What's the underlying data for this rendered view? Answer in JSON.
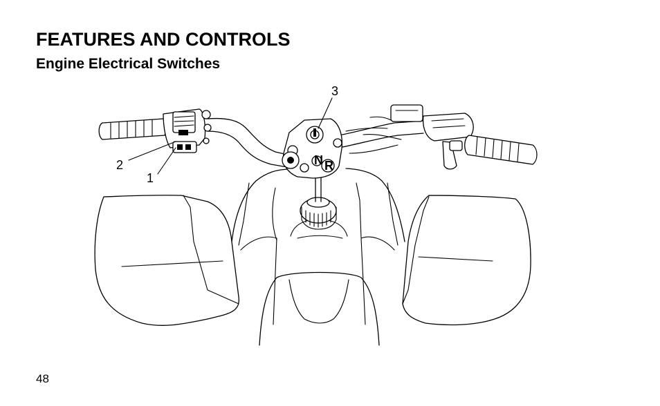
{
  "header": {
    "title": "FEATURES AND CONTROLS",
    "subtitle": "Engine Electrical Switches"
  },
  "figure": {
    "callouts": [
      {
        "id": "1",
        "label": "1"
      },
      {
        "id": "2",
        "label": "2"
      },
      {
        "id": "3",
        "label": "3"
      }
    ],
    "indicator_letters": {
      "neutral": "N",
      "reverse": "R"
    }
  },
  "footer": {
    "page_number": "48"
  }
}
